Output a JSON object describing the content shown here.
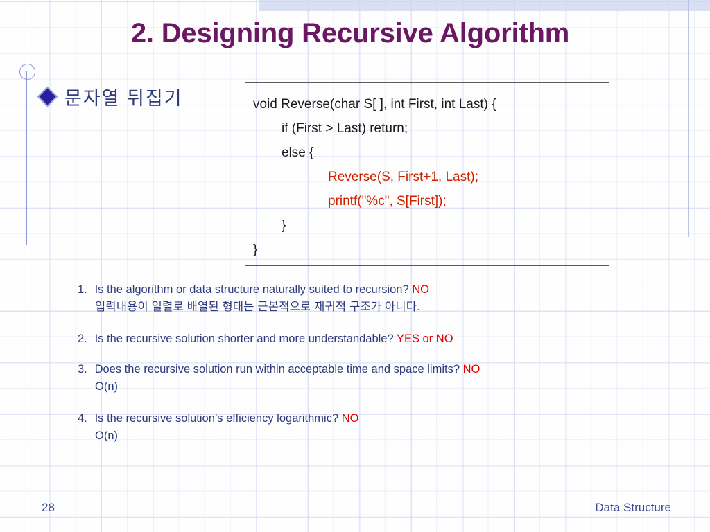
{
  "slide": {
    "title": "2. Designing Recursive Algorithm",
    "title_color": "#6b1764",
    "bullet": {
      "icon": "diamond-bullet",
      "label": "문자열 뒤집기"
    },
    "code_block": {
      "lines": [
        {
          "text": "void Reverse(char S[ ], int First, int Last) {",
          "indent": 0,
          "color": "#1a1a1a"
        },
        {
          "text": "if (First > Last) return;",
          "indent": 1,
          "color": "#1a1a1a"
        },
        {
          "text": "else {",
          "indent": 1,
          "color": "#1a1a1a"
        },
        {
          "text": "Reverse(S, First+1, Last);",
          "indent": 2,
          "color": "#cc2200"
        },
        {
          "text": "printf(\"%c\", S[First]);",
          "indent": 2,
          "color": "#cc2200"
        },
        {
          "text": "}",
          "indent": 1,
          "color": "#1a1a1a"
        },
        {
          "text": "}",
          "indent": 0,
          "color": "#1a1a1a"
        }
      ]
    },
    "questions": [
      {
        "number": "1.",
        "text": "Is the algorithm or data structure naturally suited to recursion?",
        "answer": "NO",
        "sub": "입력내용이 일렬로 배열된 형태는 근본적으로 재귀적 구조가 아니다."
      },
      {
        "number": "2.",
        "text": "Is the recursive solution shorter and more understandable?",
        "answer": "YES or NO",
        "sub": ""
      },
      {
        "number": "3.",
        "text": "Does the recursive solution run within acceptable time and space limits?",
        "answer": "NO",
        "sub": "O(n)"
      },
      {
        "number": "4.",
        "text": "Is the recursive solution’s efficiency logarithmic?",
        "answer": "NO",
        "sub": "O(n)"
      }
    ],
    "footer": {
      "page_number": "28",
      "label": "Data Structure"
    },
    "colors": {
      "title": "#6b1764",
      "body_text": "#2d3a7c",
      "answer_red": "#e00000",
      "code_red": "#cc2200",
      "code_black": "#1a1a1a",
      "accent_line": "#8b9ad6",
      "top_band": "#ccd6f0"
    }
  }
}
